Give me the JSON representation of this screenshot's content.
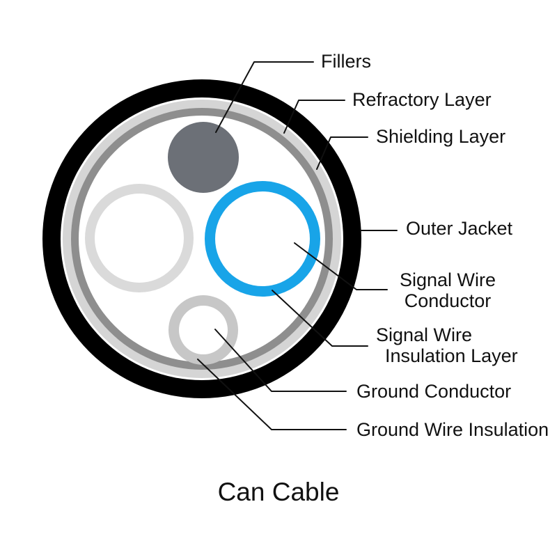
{
  "title": "Can Cable",
  "colors": {
    "background": "#ffffff",
    "outer_jacket": "#000000",
    "refractory_layer": "#d5d5d5",
    "shielding_layer": "#8e8e8e",
    "interior": "#ffffff",
    "filler": "#6c7077",
    "signal_wire_insulation": "#18a4e8",
    "signal_wire_conductor": "#ffffff",
    "left_wire_insulation": "#dadada",
    "left_wire_conductor": "#ffffff",
    "ground_wire_insulation": "#c7c7c7",
    "ground_wire_conductor": "#ffffff",
    "leader_line": "#111111"
  },
  "labels": {
    "fillers": "Fillers",
    "refractory_layer": "Refractory Layer",
    "shielding_layer": "Shielding Layer",
    "outer_jacket": "Outer Jacket",
    "signal_wire_conductor": {
      "line1": "Signal Wire",
      "line2": "Conductor"
    },
    "signal_wire_insulation": {
      "line1": "Signal Wire",
      "line2": "Insulation Layer"
    },
    "ground_conductor": "Ground Conductor",
    "ground_wire_insulation": "Ground Wire Insulation"
  }
}
